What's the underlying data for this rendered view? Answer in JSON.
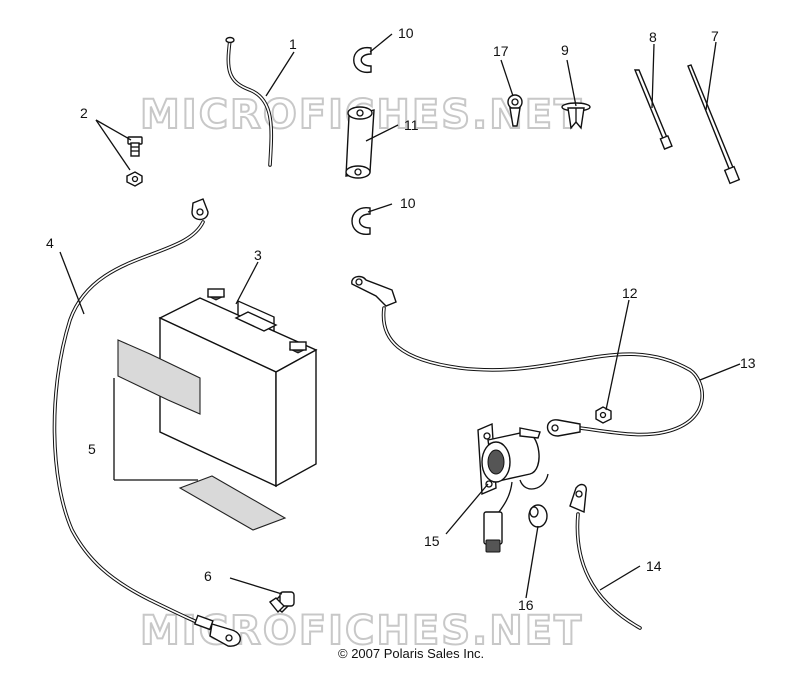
{
  "watermark": "MICROFICHES.NET",
  "copyright": "© 2007 Polaris Sales Inc.",
  "callouts": {
    "c1": "1",
    "c2": "2",
    "c3": "3",
    "c4": "4",
    "c5": "5",
    "c6": "6",
    "c7": "7",
    "c8": "8",
    "c9": "9",
    "c10a": "10",
    "c10b": "10",
    "c11": "11",
    "c12": "12",
    "c13": "13",
    "c14": "14",
    "c15": "15",
    "c16": "16",
    "c17": "17"
  }
}
